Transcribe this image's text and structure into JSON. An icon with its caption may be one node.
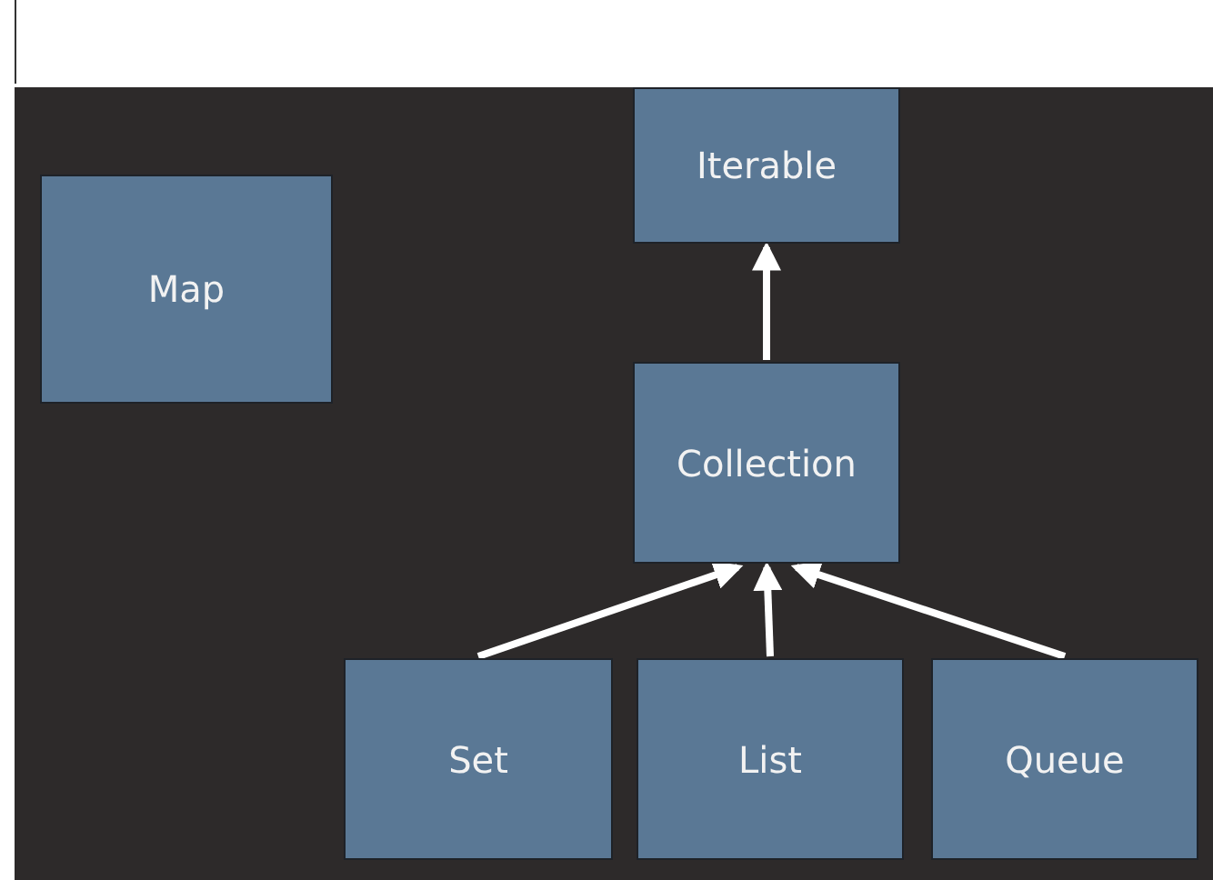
{
  "diagram": {
    "nodes": [
      {
        "text": [
          "Iterable"
        ]
      },
      {
        "text": [
          "Map"
        ]
      },
      {
        "text": [
          "Collection"
        ]
      },
      {
        "text": [
          "Set"
        ]
      },
      {
        "text": [
          "List"
        ]
      },
      {
        "text": [
          "Queue"
        ]
      }
    ],
    "edges": [
      {
        "from": 2,
        "to": 0,
        "arrow": "to"
      },
      {
        "from": 3,
        "to": 2,
        "arrow": "to"
      },
      {
        "from": 4,
        "to": 2,
        "arrow": "to"
      },
      {
        "from": 5,
        "to": 2,
        "arrow": "to"
      }
    ]
  }
}
